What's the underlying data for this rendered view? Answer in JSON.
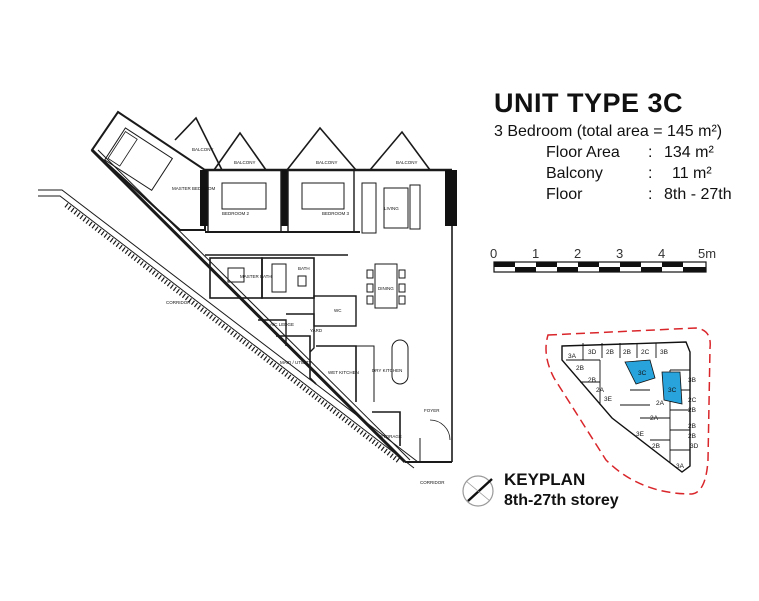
{
  "header": {
    "title": "UNIT TYPE 3C",
    "subtitle": "3 Bedroom (total area = 145 m²)"
  },
  "specs": [
    {
      "label": "Floor Area",
      "value": "134 m²"
    },
    {
      "label": "Balcony",
      "value": "11 m²"
    },
    {
      "label": "Floor",
      "value": "8th - 27th"
    }
  ],
  "scale_bar": {
    "ticks": [
      "0",
      "1",
      "2",
      "3",
      "4",
      "5m"
    ]
  },
  "keyplan": {
    "title": "KEYPLAN",
    "subtitle": "8th-27th storey",
    "highlight_color": "#29a3dc",
    "boundary_color": "#d9262b",
    "unit_labels": [
      "3D",
      "2B",
      "2B",
      "2C",
      "3B",
      "3A",
      "3C",
      "2B",
      "2B",
      "2A",
      "3E",
      "3C",
      "3B",
      "2C",
      "2A",
      "2B",
      "2A",
      "2B",
      "3E",
      "2B",
      "2B",
      "3D",
      "3A"
    ]
  },
  "floorplan": {
    "rooms": [
      "MASTER BEDROOM",
      "BALCONY",
      "BALCONY",
      "BALCONY",
      "BALCONY",
      "BEDROOM 2",
      "BEDROOM 3",
      "LIVING",
      "MASTER BATH",
      "BATH",
      "DINING",
      "WC",
      "YARD",
      "A/C LEDGE",
      "MAID / UTILITY",
      "WET KITCHEN",
      "DRY KITCHEN",
      "FOYER",
      "STORAGE",
      "CORRIDOR",
      "CORRIDOR"
    ]
  },
  "colors": {
    "line": "#1a1a1a",
    "fill_dark": "#111111"
  }
}
